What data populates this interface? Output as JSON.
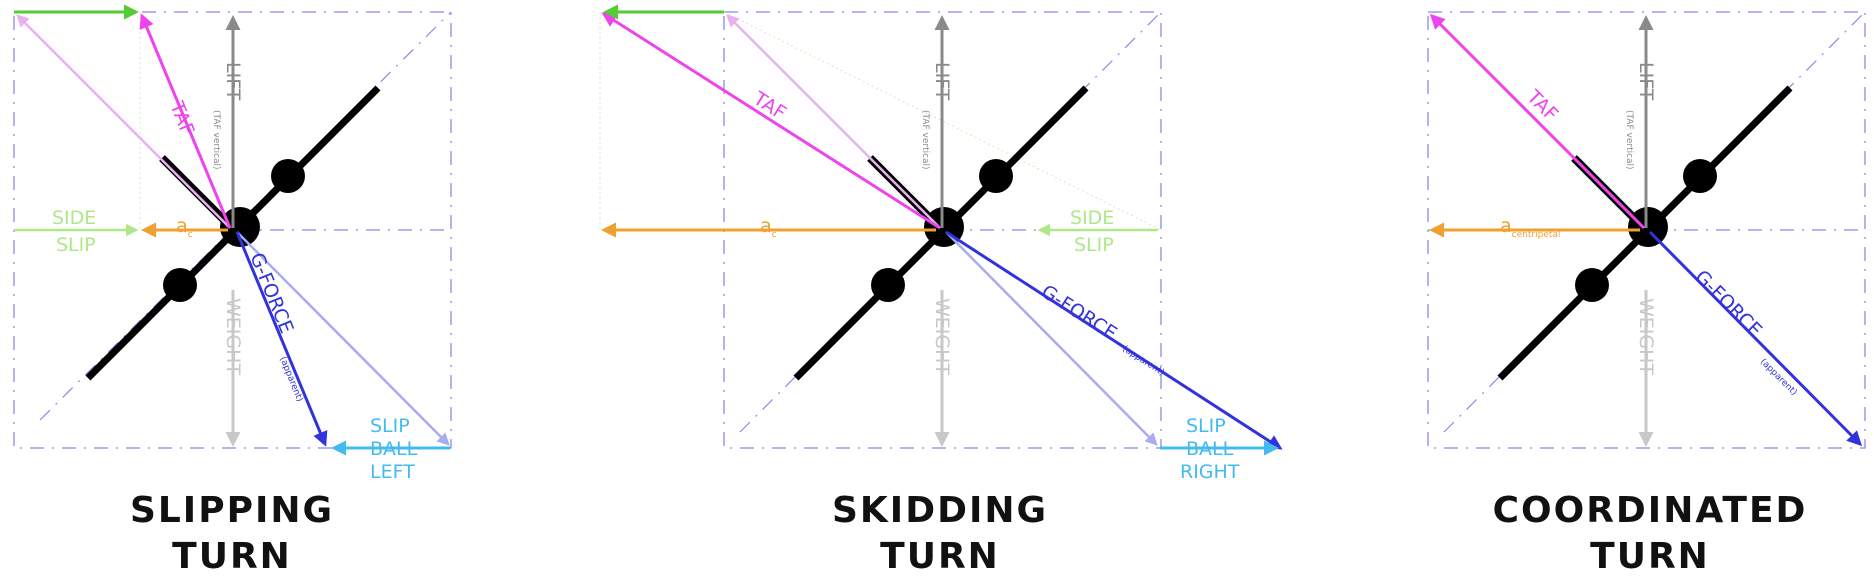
{
  "colors": {
    "lift": "#8a8a8a",
    "weight": "#c8c8c8",
    "taf": "#ee44ee",
    "taf_faint": "#e8b0f0",
    "gforce": "#3333dd",
    "gforce_faint": "#a8acf0",
    "slipball": "#44bbee",
    "sideslip": "#aee888",
    "horizontal_green": "#55cc33",
    "centripetal": "#eea030",
    "frame": "#8888ee",
    "aircraft": "#000000"
  },
  "panels": [
    {
      "id": "slipping",
      "caption": [
        "SLIPPING",
        "TURN"
      ],
      "labels": {
        "lift": "LIFT",
        "lift_sub": "(TAF vertical)",
        "weight": "WEIGHT",
        "taf": "TAF",
        "gforce": "G-FORCE",
        "gforce_sub": "(apparent)",
        "sideslip": [
          "SIDE",
          "SLIP"
        ],
        "centripetal": "a",
        "centripetal_sub": "c",
        "slipball": [
          "SLIP",
          "BALL",
          "LEFT"
        ]
      }
    },
    {
      "id": "skidding",
      "caption": [
        "SKIDDING",
        "TURN"
      ],
      "labels": {
        "lift": "LIFT",
        "lift_sub": "(TAF vertical)",
        "weight": "WEIGHT",
        "taf": "TAF",
        "gforce": "G-FORCE",
        "gforce_sub": "(apparent)",
        "sideslip": [
          "SIDE",
          "SLIP"
        ],
        "centripetal": "a",
        "centripetal_sub": "c",
        "slipball": [
          "SLIP",
          "BALL",
          "RIGHT"
        ]
      }
    },
    {
      "id": "coordinated",
      "caption": [
        "COORDINATED",
        "TURN"
      ],
      "labels": {
        "lift": "LIFT",
        "lift_sub": "(TAF vertical)",
        "weight": "WEIGHT",
        "taf": "TAF",
        "gforce": "G-FORCE",
        "gforce_sub": "(apparent)",
        "centripetal": "a",
        "centripetal_sub": "centripetal"
      }
    }
  ]
}
